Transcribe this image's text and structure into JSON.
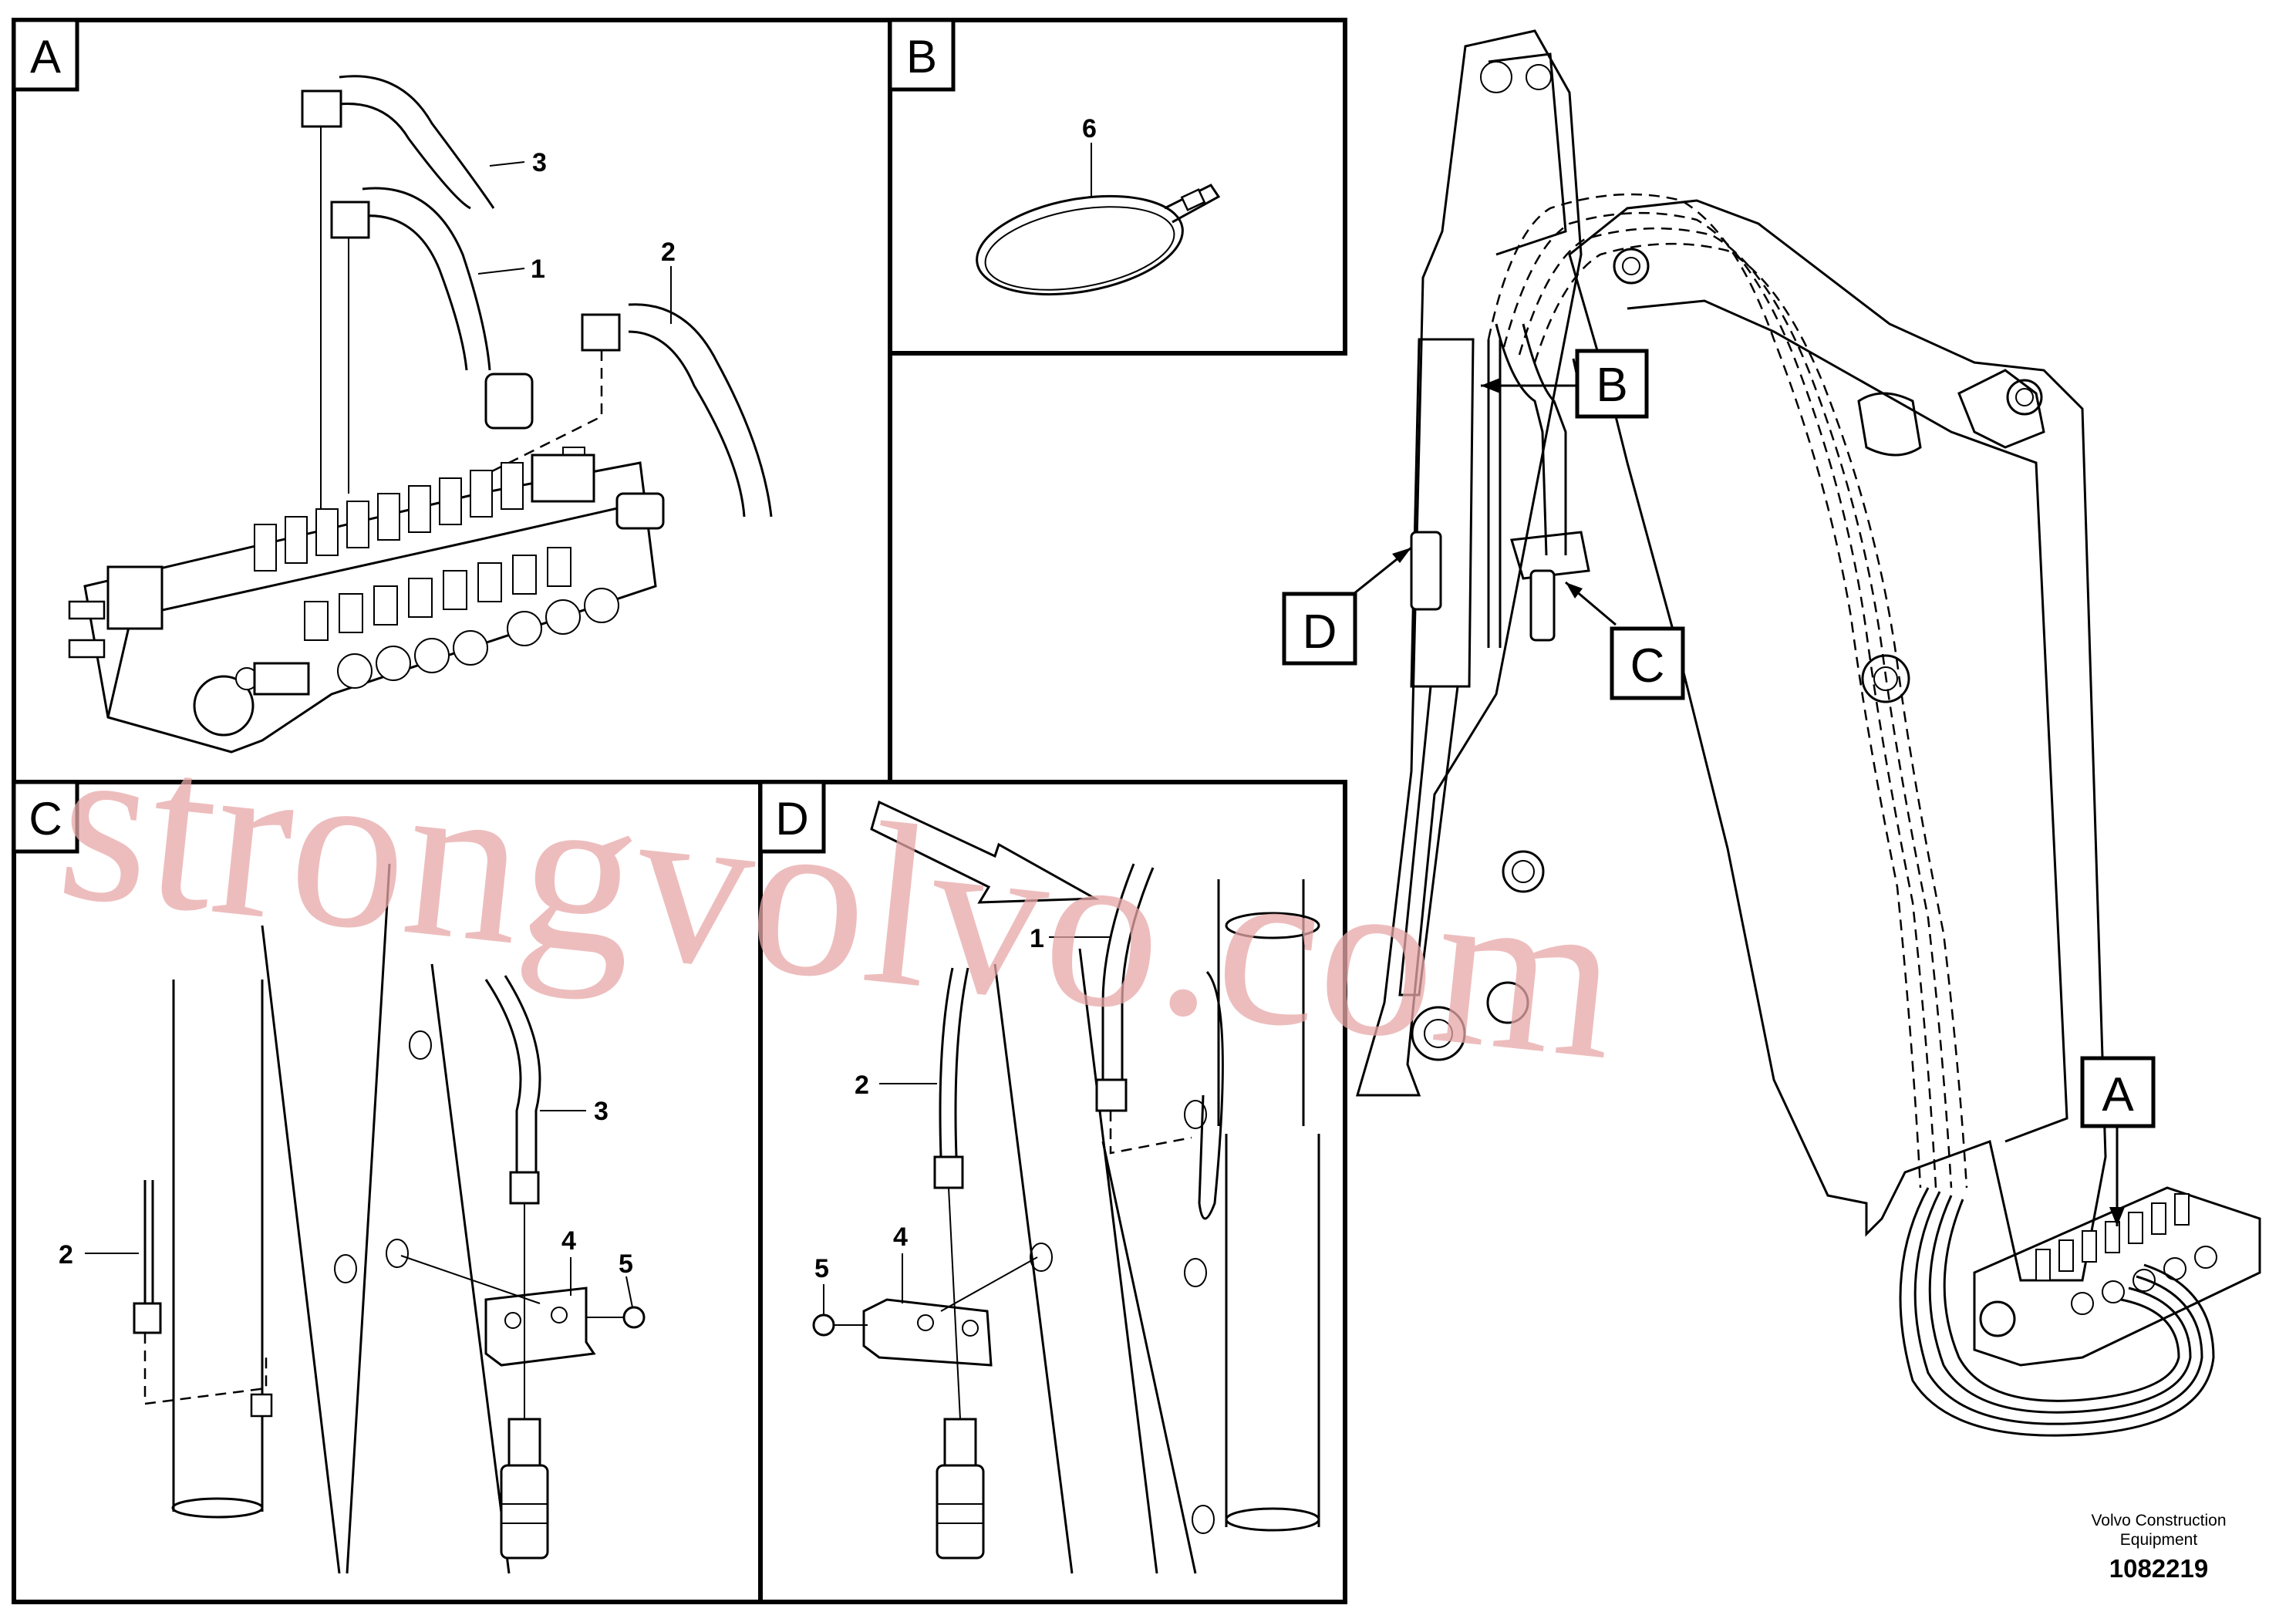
{
  "panels": {
    "A": "A",
    "B": "B",
    "C": "C",
    "D": "D"
  },
  "callouts": {
    "A": "A",
    "B": "B",
    "C": "C",
    "D": "D"
  },
  "part_labels": {
    "a3": "3",
    "a1": "1",
    "a2": "2",
    "b6": "6",
    "c3": "3",
    "c2": "2",
    "c4": "4",
    "c5": "5",
    "d1": "1",
    "d2": "2",
    "d4": "4",
    "d5": "5"
  },
  "watermark": "strongvolvo.com",
  "footer": {
    "company_line1": "Volvo Construction",
    "company_line2": "Equipment",
    "drawing_number": "1082219"
  }
}
